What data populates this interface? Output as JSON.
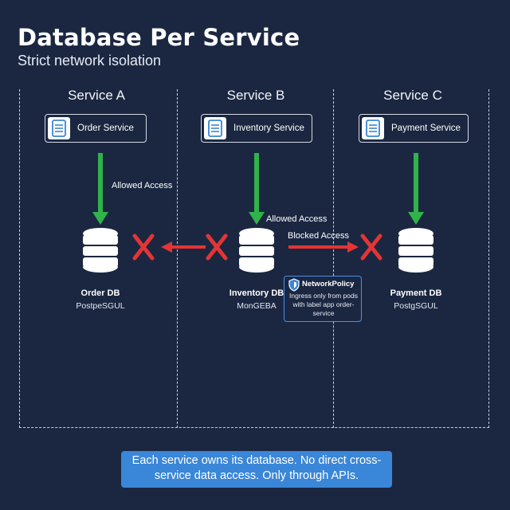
{
  "header": {
    "title": "Database Per Service",
    "subtitle": "Strict network isolation"
  },
  "columns": [
    {
      "title": "Service A",
      "service_label": "Order Service",
      "db_name": "Order DB",
      "db_engine": "PostpeSGUL"
    },
    {
      "title": "Service B",
      "service_label": "Inventory Service",
      "db_name": "Inventory DB",
      "db_engine": "MonGEBA"
    },
    {
      "title": "Service C",
      "service_label": "Payment Service",
      "db_name": "Payment DB",
      "db_engine": "PostgSGUL"
    }
  ],
  "edges": {
    "allowed_a": "Allowed Access",
    "allowed_b": "Allowed Access",
    "blocked": "Blocked Access"
  },
  "network_policy": {
    "title": "NetworkPolicy",
    "text": "Ingress only from pods with label app order-service"
  },
  "footer": {
    "note": "Each service owns its database. No direct cross-service data access. Only through APIs."
  },
  "colors": {
    "background": "#1b2741",
    "allowed": "#2fb34a",
    "blocked": "#e33535",
    "policy_border": "#4a8fe7",
    "banner": "#3a86d8"
  },
  "icons": {
    "service": "server-document-icon",
    "database": "database-cylinder-icon",
    "blocked": "x-mark-icon",
    "policy": "shield-icon"
  }
}
